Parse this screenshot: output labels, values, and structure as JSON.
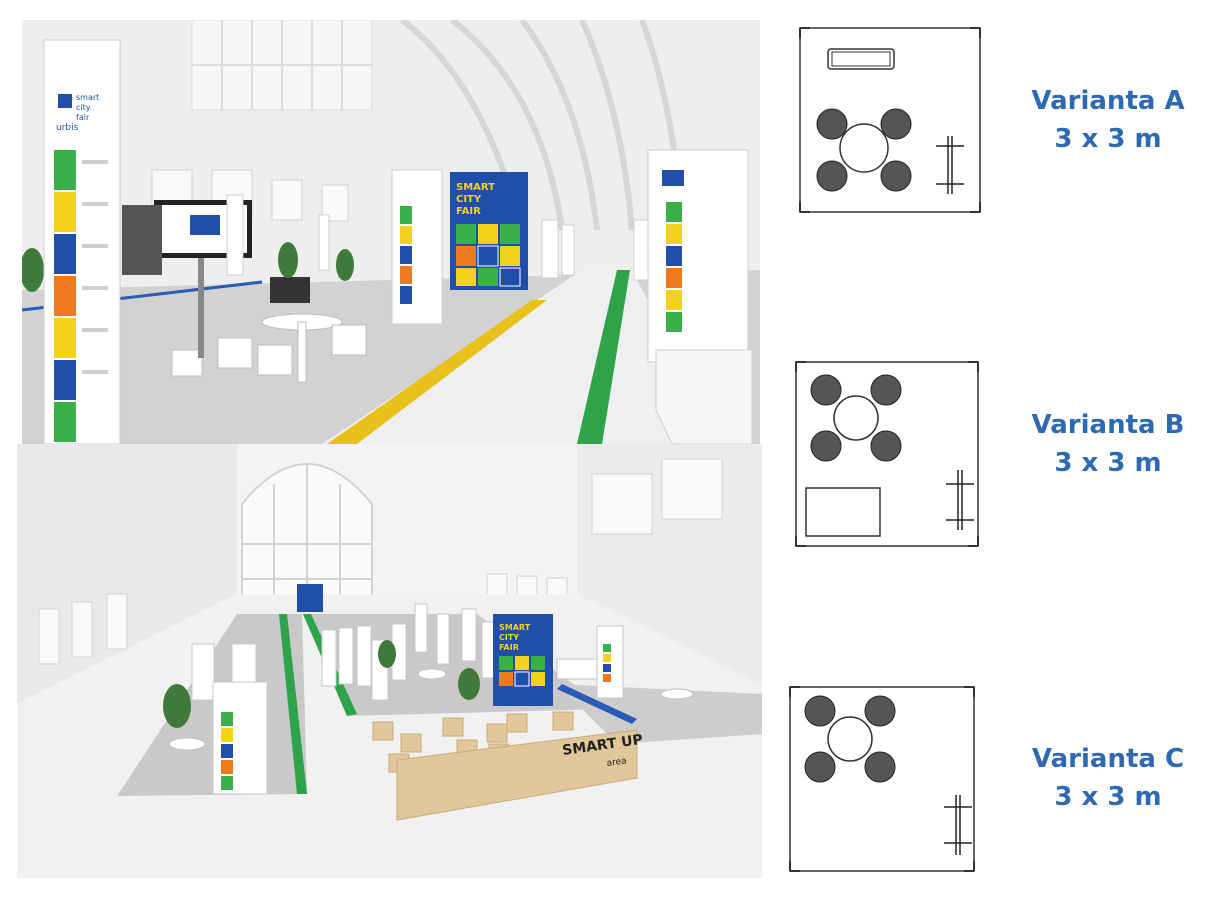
{
  "variants": [
    {
      "name": "Varianta A",
      "size": "3 x 3 m"
    },
    {
      "name": "Varianta B",
      "size": "3 x 3 m"
    },
    {
      "name": "Varianta C",
      "size": "3 x 3 m"
    }
  ],
  "render_top": {
    "poster": {
      "line1": "SMART",
      "line2": "CITY",
      "line3": "FAIR"
    },
    "totem_logo": {
      "brand": "urbis",
      "line1": "smart",
      "line2": "city",
      "line3": "fair"
    }
  },
  "render_bottom": {
    "poster": {
      "line1": "SMART",
      "line2": "CITY",
      "line3": "FAIR"
    },
    "sign": {
      "title": "SMART UP",
      "subtitle": "area"
    }
  },
  "colors": {
    "label_blue": "#2e69b3",
    "brand_blue": "#1f4fa8",
    "brand_green": "#3ab04a",
    "brand_yellow": "#f2d21b",
    "brand_orange": "#f07a1f",
    "floor_grey": "#c9c9c9",
    "stripe_yellow": "#e8c21a",
    "stripe_green": "#2fa34a",
    "wood": "#e2c79a"
  },
  "icons": [
    "chair-icon",
    "table-icon",
    "coat-stand-icon",
    "tv-stand-icon",
    "counter-icon"
  ]
}
